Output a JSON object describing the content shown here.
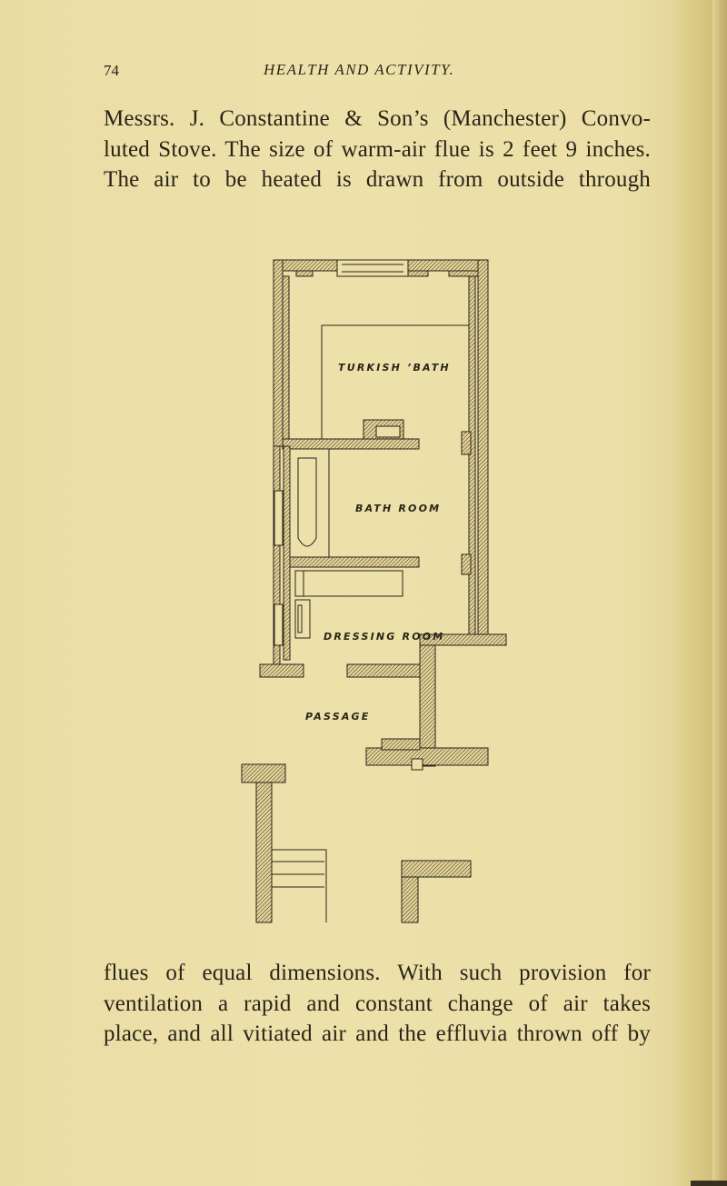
{
  "running_head": {
    "page_number": "74",
    "book_title": "HEALTH AND ACTIVITY."
  },
  "paragraph_top": {
    "lines": [
      "Messrs. J. Constantine & Son’s (Manchester) Convo-",
      "luted Stove. The size of warm-air flue is 2 feet 9 inches.",
      "The air to be heated is drawn from outside through"
    ]
  },
  "figure": {
    "type": "floor-plan",
    "rooms": [
      {
        "label": "TURKISH ’BATH"
      },
      {
        "label": "BATH ROOM"
      },
      {
        "label": "DRESSING ROOM"
      },
      {
        "label": "PASSAGE"
      }
    ]
  },
  "paragraph_bottom": {
    "lines": [
      "flues of equal dimensions. With such provision for",
      "ventilation a rapid and constant change of air takes",
      "place, and all vitiated air and the effluvia thrown off by"
    ]
  },
  "colors": {
    "paper": "#ecdfa7",
    "ink": "#2a2418"
  }
}
